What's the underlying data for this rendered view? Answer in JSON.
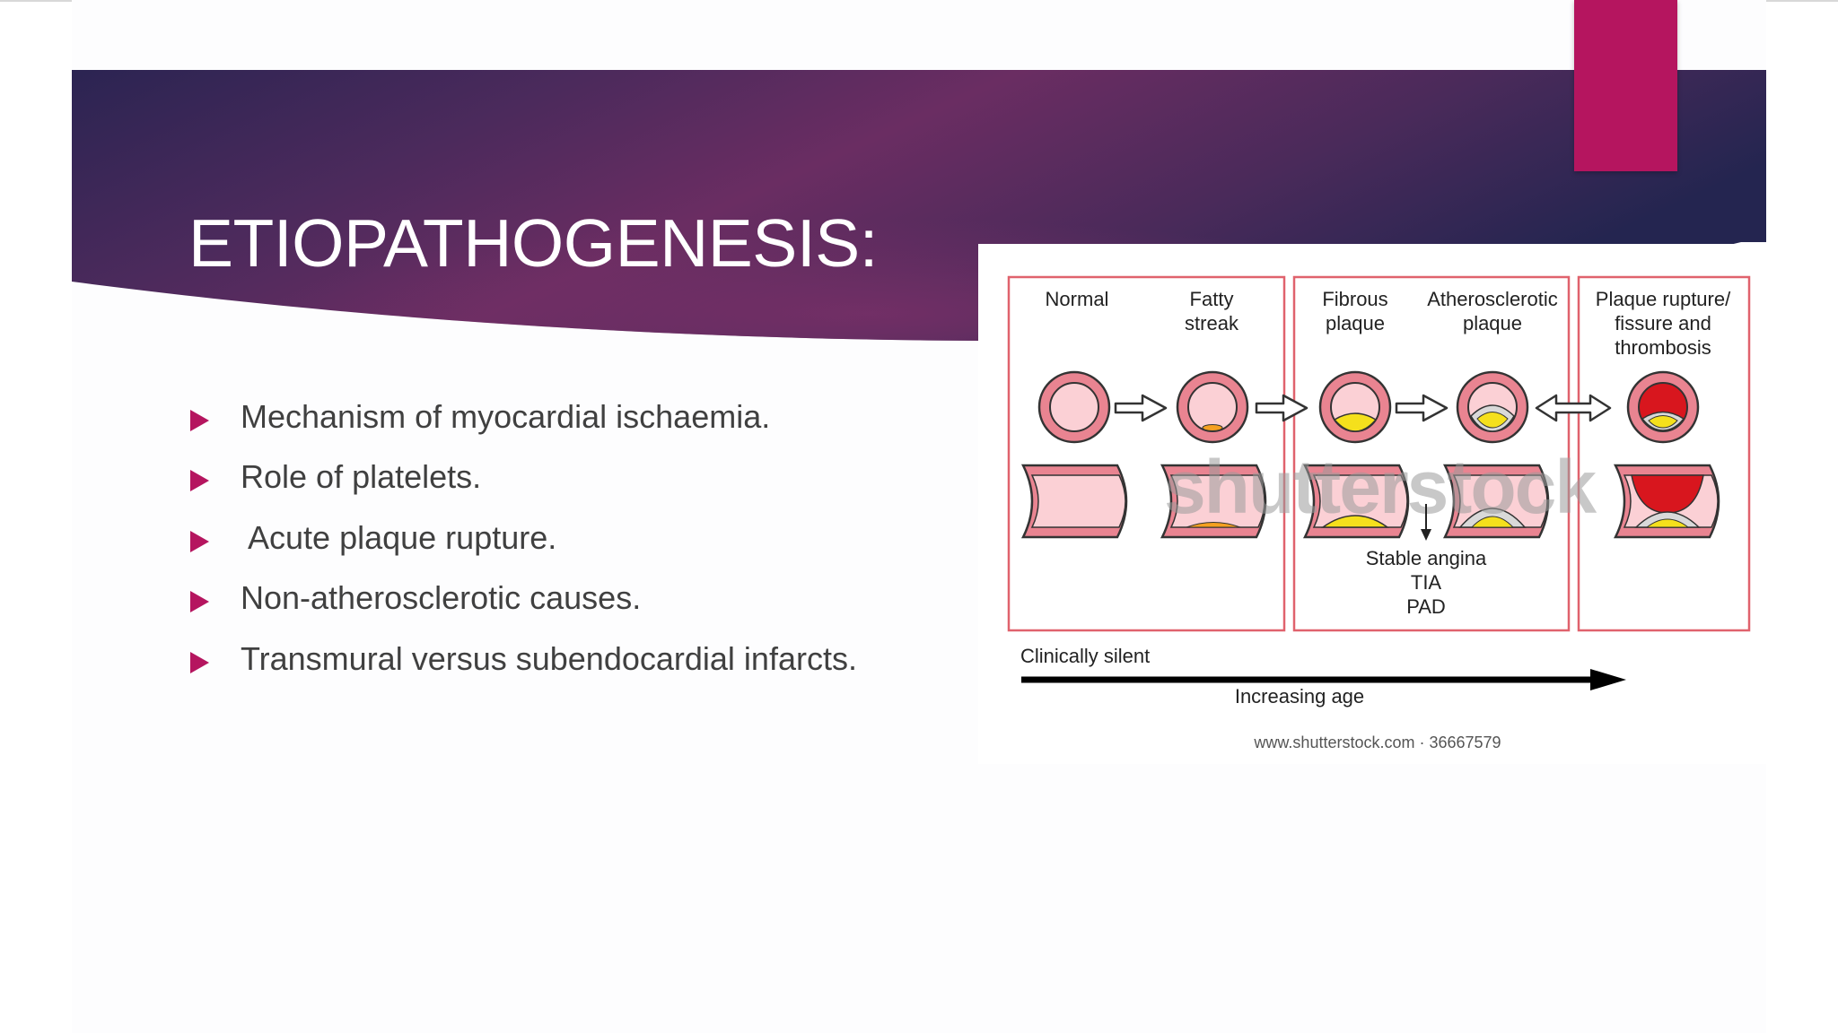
{
  "slide": {
    "title": "ETIOPATHOGENESIS:",
    "bullets": [
      "Mechanism of myocardial ischaemia.",
      "Role of platelets.",
      " Acute plaque rupture.",
      "Non-atherosclerotic causes.",
      "Transmural versus subendocardial infarcts."
    ]
  },
  "diagram": {
    "stage_labels": {
      "normal": [
        "Normal"
      ],
      "fatty_streak": [
        "Fatty",
        "streak"
      ],
      "fibrous_plaque": [
        "Fibrous",
        "plaque"
      ],
      "atherosclerotic_plaque": [
        "Atherosclerotic",
        "plaque"
      ],
      "plaque_rupture": [
        "Plaque rupture/",
        "fissure and",
        "thrombosis"
      ]
    },
    "clinical_outcomes": [
      "Stable angina",
      "TIA",
      "PAD"
    ],
    "silent_label": "Clinically silent",
    "age_axis_label": "Increasing age",
    "watermark": "shutterstock",
    "source_credit": "www.shutterstock.com · 36667579"
  },
  "colors": {
    "banner_dark": "#2a2350",
    "banner_mid": "#5a2c5f",
    "banner_plum": "#6e2e63",
    "accent": "#b5155f",
    "vessel_wall": "#e98491",
    "vessel_lumen": "#fbd0d5",
    "plaque_yellow": "#f5e01c",
    "thrombus_red": "#d8161e",
    "panel_border": "#e0626d",
    "text_dark": "#404040"
  },
  "icons": {
    "bullet_marker": "triangle-right-icon",
    "transition_arrow": "hollow-arrow-right-icon",
    "age_arrow": "arrow-right-icon"
  }
}
